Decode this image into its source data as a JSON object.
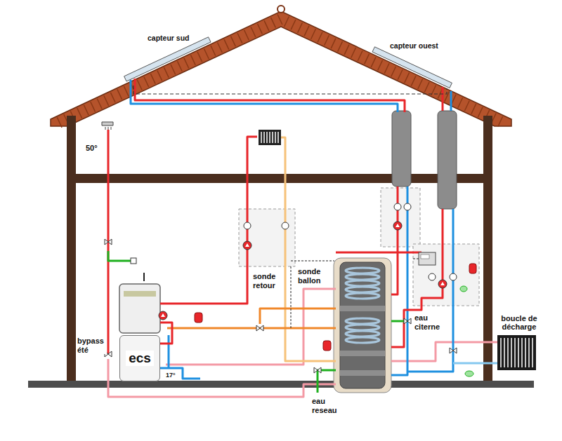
{
  "diagram": {
    "nodes": [
      {
        "text": [
          "capteur sud"
        ]
      },
      {
        "text": [
          "capteur ouest"
        ]
      },
      {
        "text": [
          "ecs"
        ]
      },
      {
        "text": [
          "boucle de décharge"
        ]
      }
    ],
    "edges": [
      {
        "from": 0,
        "to": 1,
        "arrow": "none"
      }
    ],
    "labels": [
      "50°",
      "sonde retour",
      "sonde ballon",
      "eau citerne",
      "bypass été",
      "17°",
      "eau reseau"
    ]
  }
}
